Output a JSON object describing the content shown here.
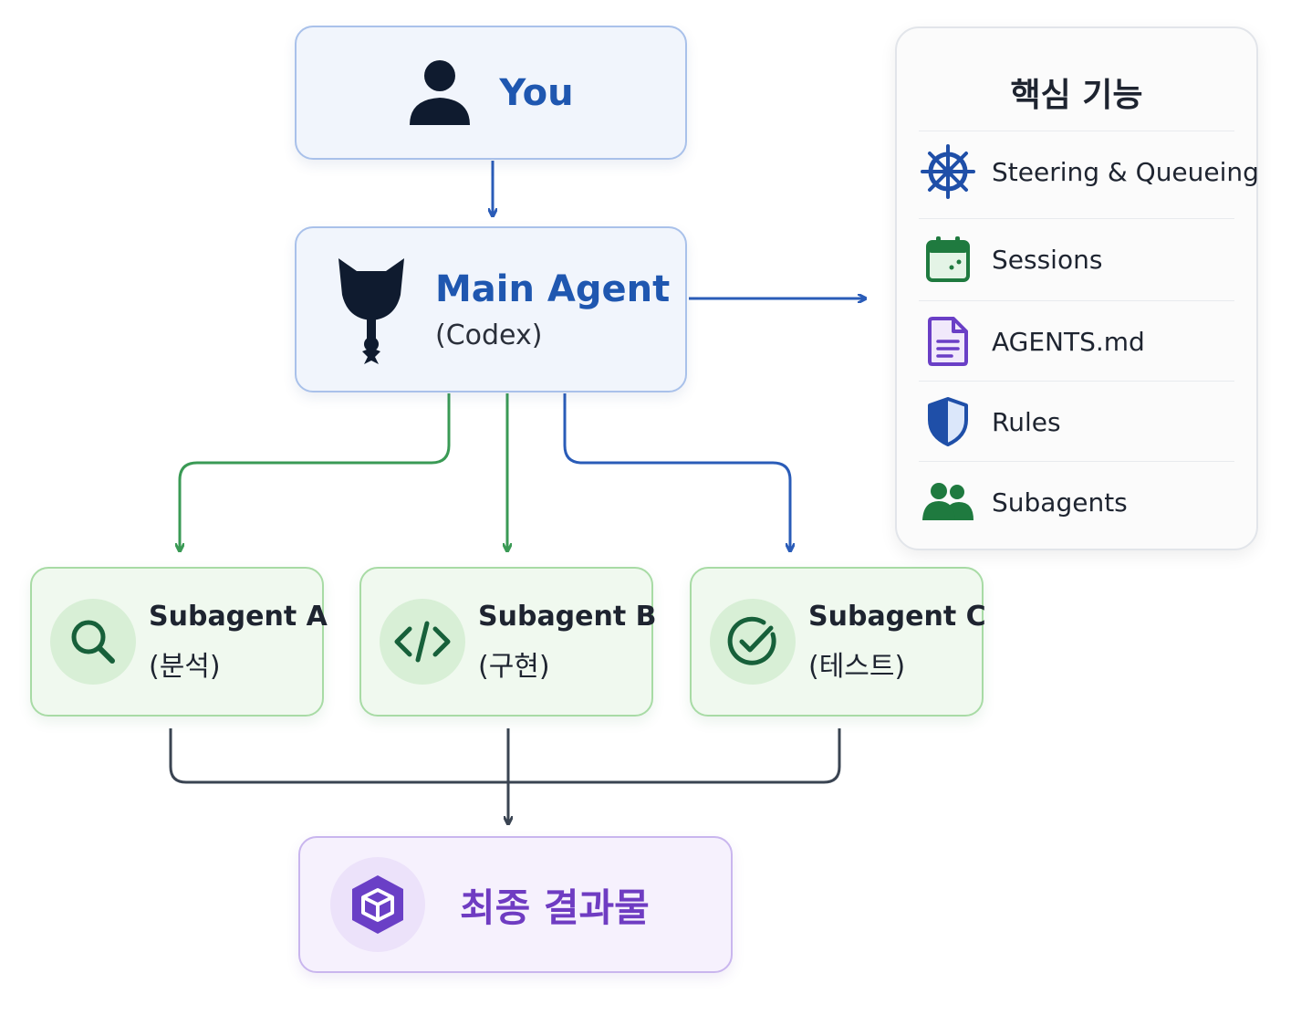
{
  "you": {
    "label": "You",
    "icon": "user-icon"
  },
  "main_agent": {
    "title": "Main Agent",
    "subtitle": "(Codex)",
    "icon": "cat-mascot-icon"
  },
  "subagents": [
    {
      "title": "Subagent A",
      "role": "(분석)",
      "icon": "search-icon"
    },
    {
      "title": "Subagent B",
      "role": "(구현)",
      "icon": "code-icon"
    },
    {
      "title": "Subagent C",
      "role": "(테스트)",
      "icon": "check-circle-icon"
    }
  ],
  "final": {
    "label": "최종 결과물",
    "icon": "cube-icon"
  },
  "features": {
    "title": "핵심 기능",
    "items": [
      {
        "label": "Steering & Queueing",
        "icon": "ship-wheel-icon"
      },
      {
        "label": "Sessions",
        "icon": "calendar-icon"
      },
      {
        "label": "AGENTS.md",
        "icon": "document-icon"
      },
      {
        "label": "Rules",
        "icon": "shield-icon"
      },
      {
        "label": "Subagents",
        "icon": "people-icon"
      }
    ]
  },
  "colors": {
    "blue": "#1f57b0",
    "green": "#2f8f46",
    "purple": "#6f3cc2",
    "connector_dark": "#3a4452"
  }
}
